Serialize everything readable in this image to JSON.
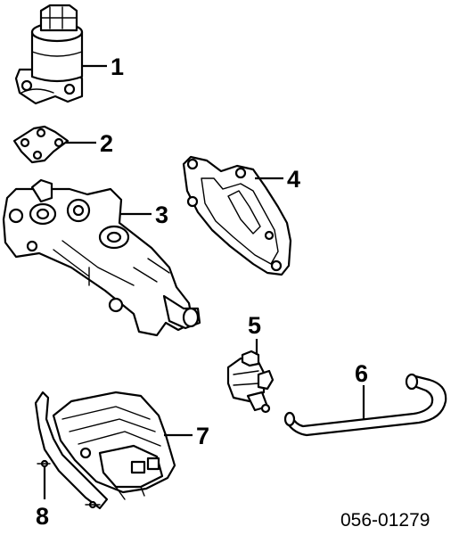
{
  "callouts": {
    "c1": "1",
    "c2": "2",
    "c3": "3",
    "c4": "4",
    "c5": "5",
    "c6": "6",
    "c7": "7",
    "c8": "8"
  },
  "diagram_code": "056-01279",
  "colors": {
    "line": "#000000",
    "background": "#ffffff"
  }
}
